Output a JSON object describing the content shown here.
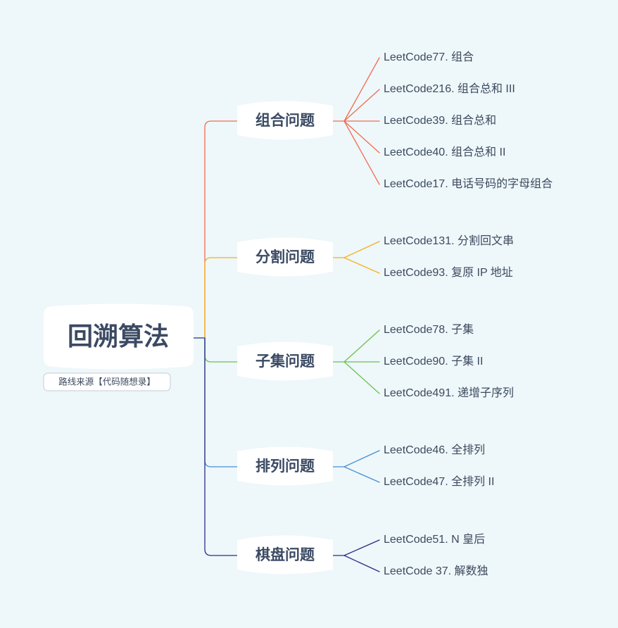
{
  "root": {
    "title": "回溯算法",
    "note": "路线来源【代码随想录】"
  },
  "branches": [
    {
      "title": "组合问题",
      "color": "#f26b50",
      "items": [
        "LeetCode77. 组合",
        "LeetCode216. 组合总和 III",
        "LeetCode39. 组合总和",
        "LeetCode40. 组合总和 II",
        "LeetCode17. 电话号码的字母组合"
      ]
    },
    {
      "title": "分割问题",
      "color": "#f5b01b",
      "items": [
        "LeetCode131. 分割回文串",
        "LeetCode93. 复原 IP 地址"
      ]
    },
    {
      "title": "子集问题",
      "color": "#6cc24a",
      "items": [
        "LeetCode78. 子集",
        "LeetCode90. 子集 II",
        "LeetCode491. 递增子序列"
      ]
    },
    {
      "title": "排列问题",
      "color": "#4a8fd4",
      "items": [
        "LeetCode46. 全排列",
        "LeetCode47. 全排列 II"
      ]
    },
    {
      "title": "棋盘问题",
      "color": "#2a2f85",
      "items": [
        "LeetCode51. N 皇后",
        "LeetCode 37. 解数独"
      ]
    }
  ]
}
